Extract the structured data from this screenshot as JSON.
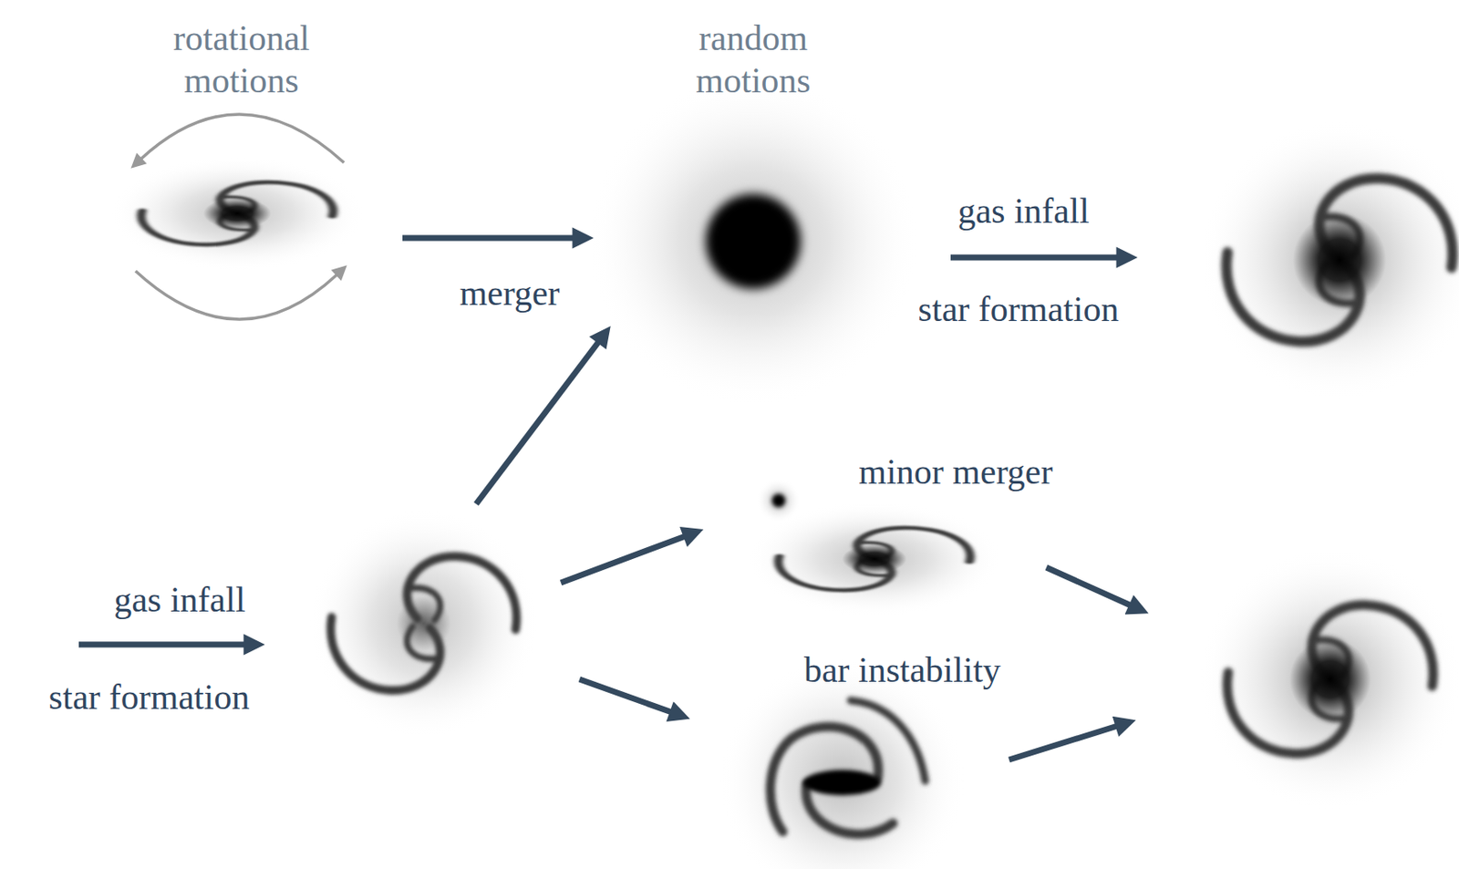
{
  "diagram": {
    "nodes": [
      {
        "text": [
          "rotational motions"
        ]
      },
      {
        "text": [
          "random motions"
        ]
      },
      {
        "text": [
          "minor merger"
        ]
      },
      {
        "text": [
          "bar instability"
        ]
      }
    ],
    "edges": [
      {
        "from": 0,
        "to": 1,
        "arrow": "to",
        "label": "merger"
      }
    ],
    "labels": [
      "gas infall",
      "star formation",
      "gas infall",
      "star formation"
    ]
  }
}
